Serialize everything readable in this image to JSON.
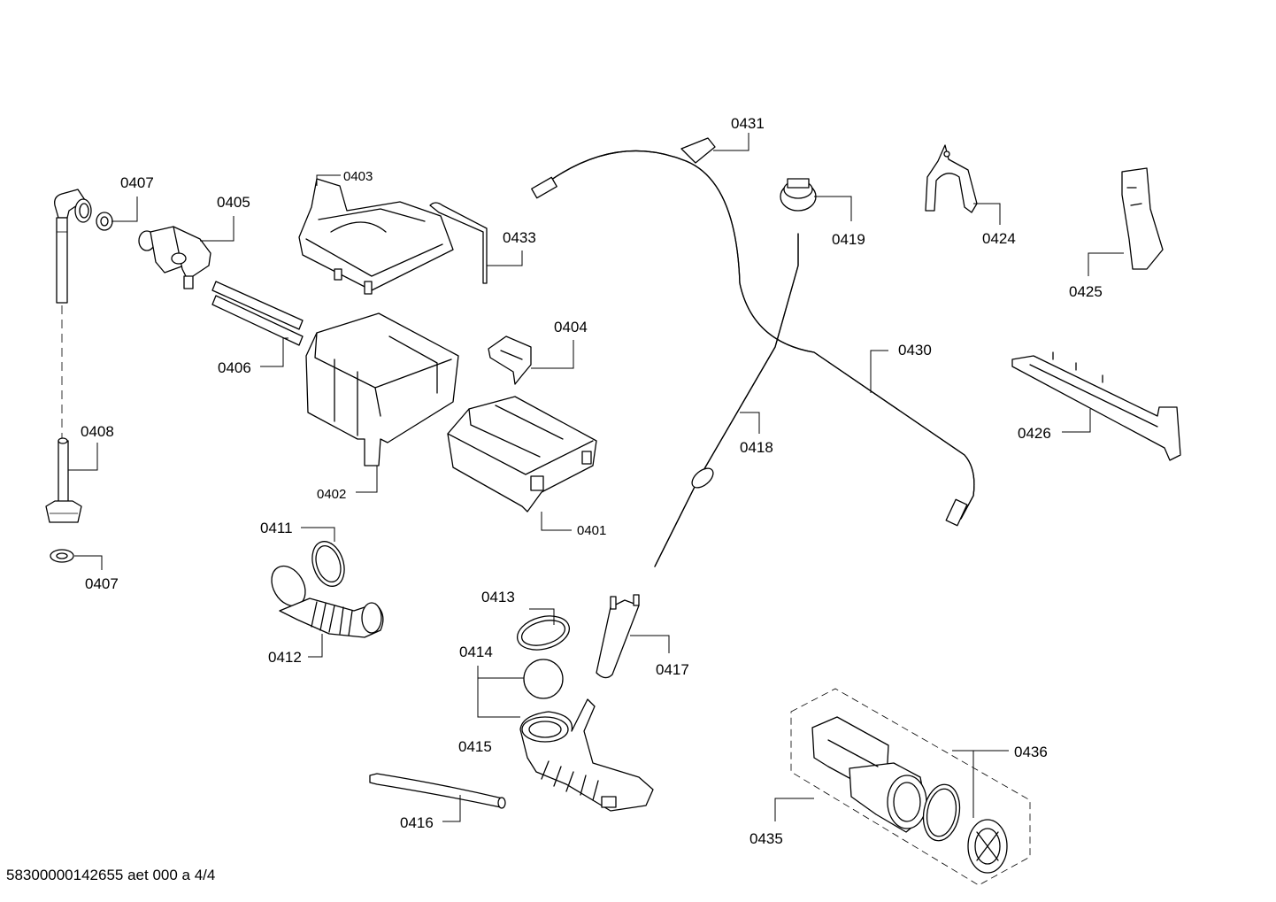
{
  "footer": "58300000142655 aet 000 a 4/4",
  "labels": {
    "p0401": "0401",
    "p0402": "0402",
    "p0403": "0403",
    "p0404": "0404",
    "p0405": "0405",
    "p0406": "0406",
    "p0407a": "0407",
    "p0407b": "0407",
    "p0408": "0408",
    "p0411": "0411",
    "p0412": "0412",
    "p0413": "0413",
    "p0414": "0414",
    "p0415": "0415",
    "p0416": "0416",
    "p0417": "0417",
    "p0418": "0418",
    "p0419": "0419",
    "p0424": "0424",
    "p0425": "0425",
    "p0426": "0426",
    "p0430": "0430",
    "p0431": "0431",
    "p0433": "0433",
    "p0435": "0435",
    "p0436": "0436"
  }
}
